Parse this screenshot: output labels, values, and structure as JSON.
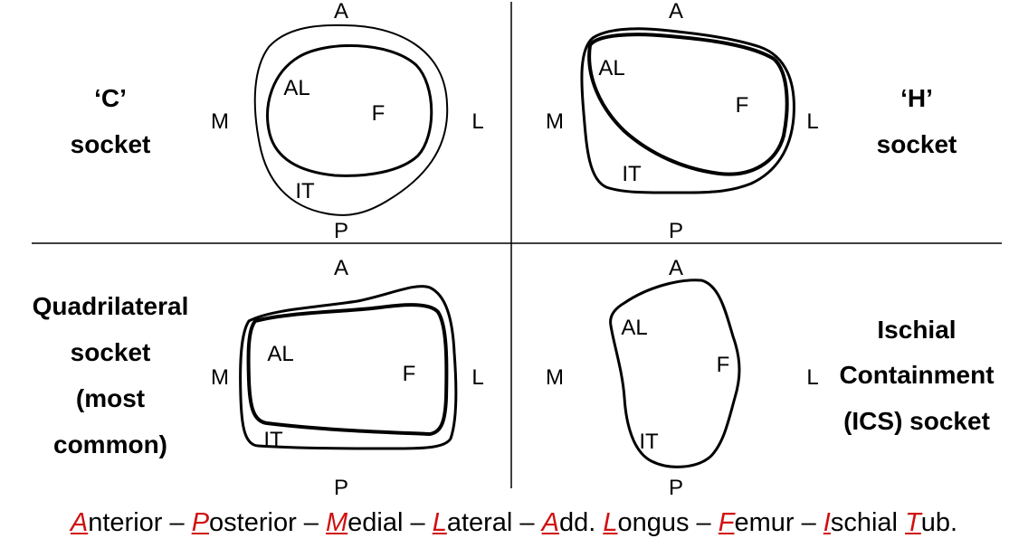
{
  "quadrants": {
    "c_socket": {
      "title_lines": [
        "‘C’",
        "socket"
      ],
      "directions": {
        "anterior": "A",
        "posterior": "P",
        "medial": "M",
        "lateral": "L"
      },
      "labels": {
        "adductor_longus": "AL",
        "femur": "F",
        "ischial_tub": "IT"
      }
    },
    "h_socket": {
      "title_lines": [
        "‘H’",
        "socket"
      ],
      "directions": {
        "anterior": "A",
        "posterior": "P",
        "medial": "M",
        "lateral": "L"
      },
      "labels": {
        "adductor_longus": "AL",
        "femur": "F",
        "ischial_tub": "IT"
      }
    },
    "quad_socket": {
      "title_lines": [
        "Quadrilateral",
        "socket",
        "(most",
        "common)"
      ],
      "directions": {
        "anterior": "A",
        "posterior": "P",
        "medial": "M",
        "lateral": "L"
      },
      "labels": {
        "adductor_longus": "AL",
        "femur": "F",
        "ischial_tub": "IT"
      }
    },
    "ics_socket": {
      "title_lines": [
        "Ischial",
        "Containment",
        "(ICS) socket"
      ],
      "directions": {
        "anterior": "A",
        "posterior": "P",
        "medial": "M",
        "lateral": "L"
      },
      "labels": {
        "adductor_longus": "AL",
        "femur": "F",
        "ischial_tub": "IT"
      }
    }
  },
  "legend": {
    "items": [
      {
        "initial": "A",
        "rest": "nterior"
      },
      {
        "initial": "P",
        "rest": "osterior"
      },
      {
        "initial": "M",
        "rest": "edial"
      },
      {
        "initial": "L",
        "rest": "ateral"
      },
      {
        "initial": "A",
        "rest": "dd. "
      },
      {
        "initial": "L",
        "rest": "ongus"
      },
      {
        "initial": "F",
        "rest": "emur"
      },
      {
        "initial": "I",
        "rest": "schial "
      },
      {
        "initial": "T",
        "rest": "ub."
      }
    ],
    "separator": " – ",
    "highlight_color": "#d01010"
  }
}
